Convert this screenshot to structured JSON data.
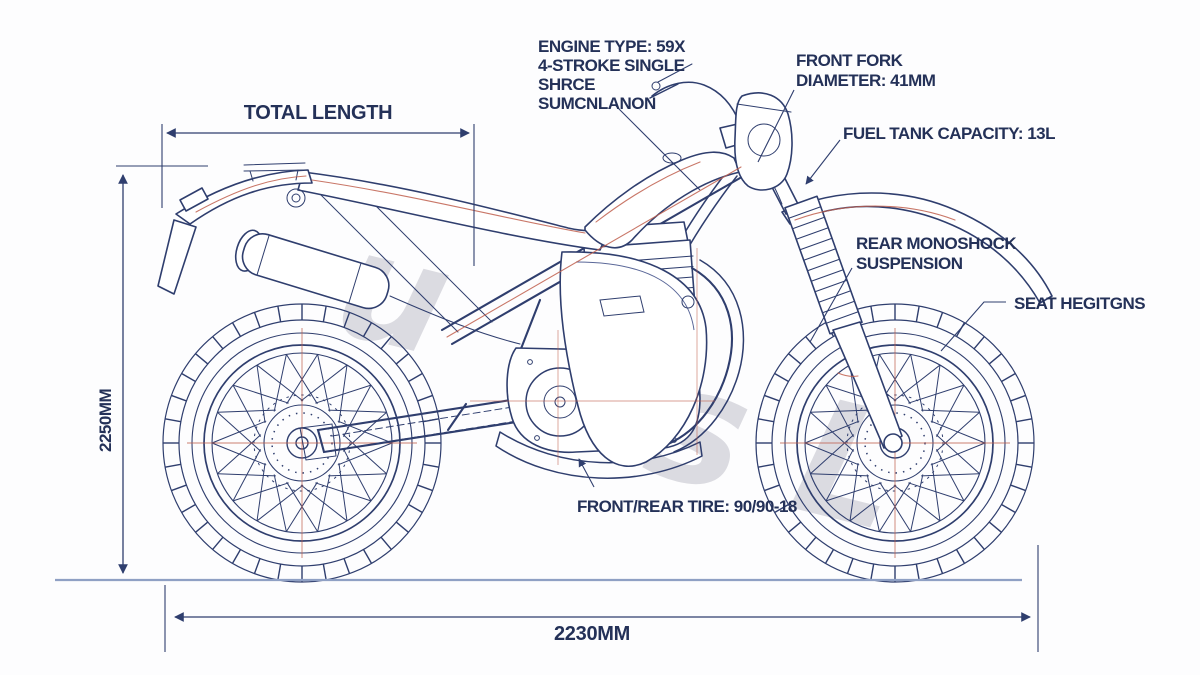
{
  "colors": {
    "ink": "#2f3e6e",
    "ink_soft": "#5a6798",
    "text": "#243158",
    "accent": "#c05f4d",
    "watermark": "#d3d3da",
    "background": "#fdfdfe",
    "ground": "#8fa0c4"
  },
  "dimensions": {
    "total_length_label": "TOTAL LENGTH",
    "height_value": "2250MM",
    "length_value": "2230MM"
  },
  "labels": {
    "engine": {
      "line1": "ENGINE TYPE: 59X",
      "line2": "4-STROKE SINGLE",
      "line3": "SHRCE",
      "line4": "SUMCNLANON"
    },
    "front_fork": {
      "line1": "FRONT FORK",
      "line2": "DIAMETER: 41MM"
    },
    "fuel_tank": "FUEL TANK CAPACITY: 13L",
    "rear_suspension": {
      "line1": "REAR MONOSHOCK",
      "line2": "SUSPENSION"
    },
    "seat_height": "SEAT HEGITGNS",
    "tire": "FRONT/REAR TIRE: 90/90-18"
  },
  "watermark": {
    "fragments": [
      "u",
      "s L"
    ]
  }
}
